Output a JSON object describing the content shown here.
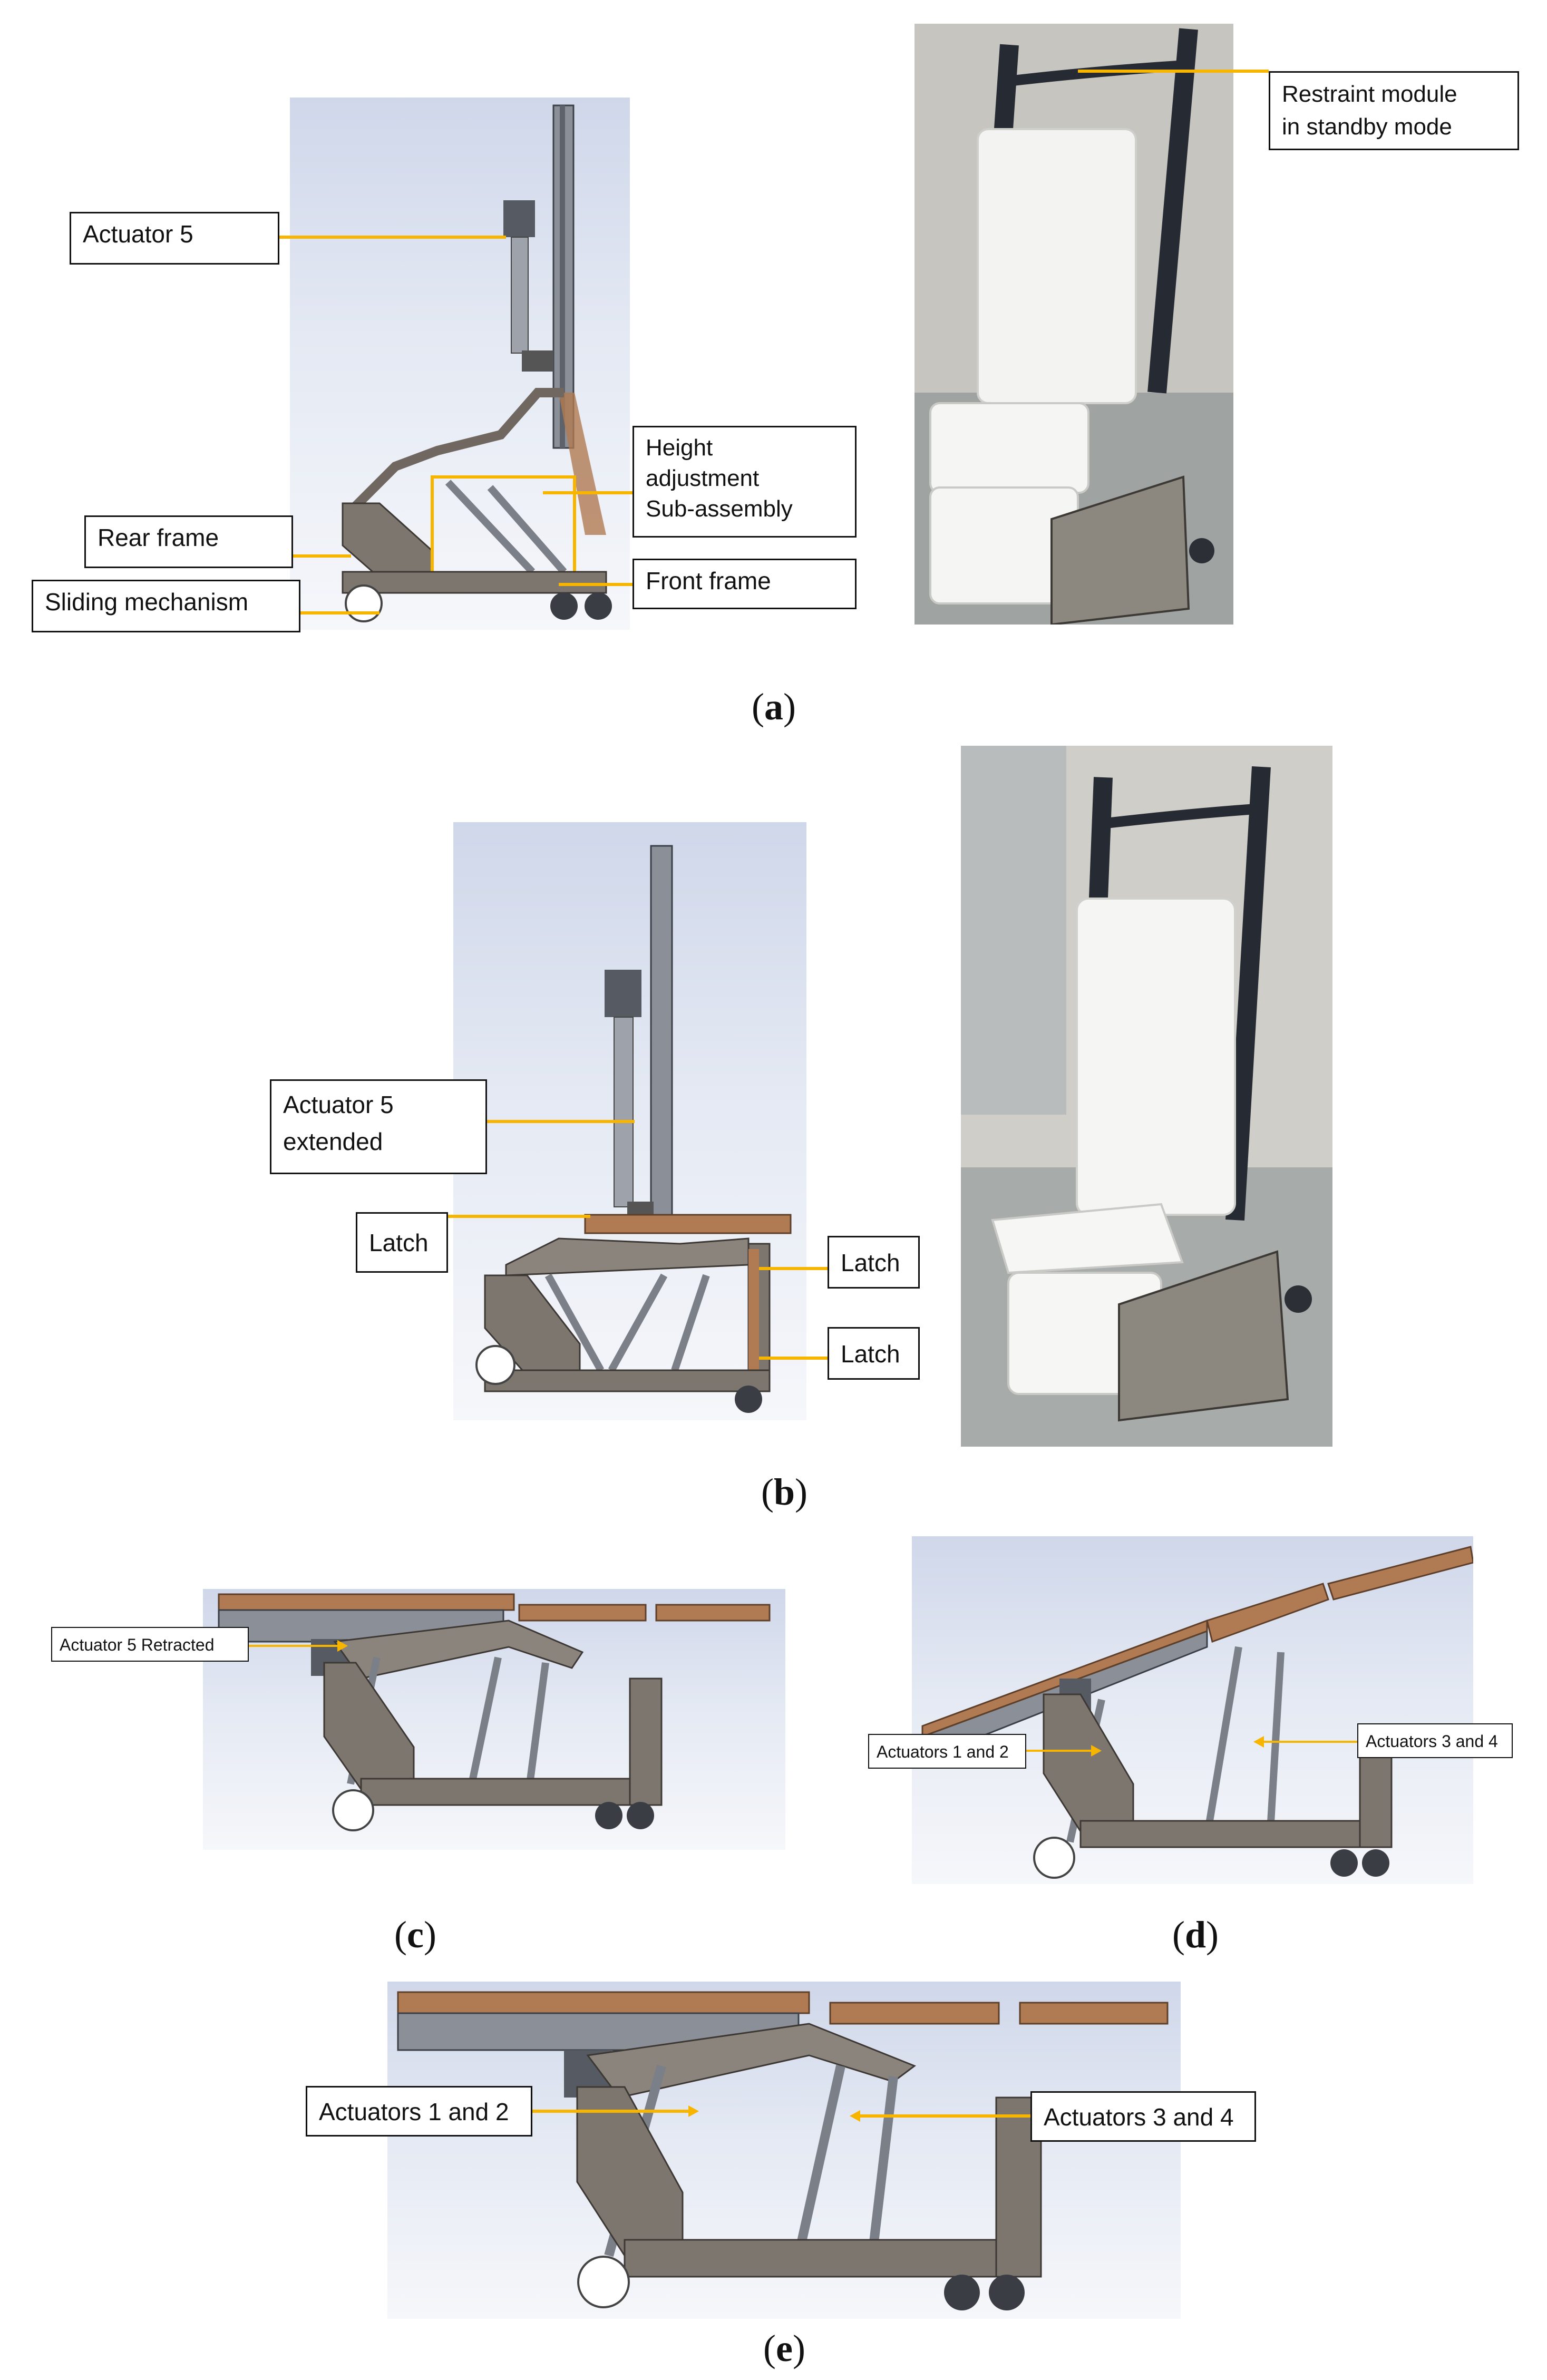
{
  "figure": {
    "panels": [
      {
        "id": "a",
        "caption": "(a)",
        "labels": {
          "actuator5": "Actuator 5",
          "height_adjust": "Height\nadjustment\nSub-assembly",
          "rear_frame": "Rear frame",
          "front_frame": "Front frame",
          "sliding": "Sliding mechanism",
          "restraint": "Restraint module\nin standby mode"
        }
      },
      {
        "id": "b",
        "caption": "(b)",
        "labels": {
          "actuator5_ext": "Actuator 5\nextended",
          "latch_left": "Latch",
          "latch_right_top": "Latch",
          "latch_right_bottom": "Latch"
        }
      },
      {
        "id": "c",
        "caption": "(c)",
        "labels": {
          "actuator5_retracted": "Actuator 5 Retracted"
        }
      },
      {
        "id": "d",
        "caption": "(d)",
        "labels": {
          "actuators12": "Actuators 1 and 2",
          "actuators34": "Actuators 3 and 4"
        }
      },
      {
        "id": "e",
        "caption": "(e)",
        "labels": {
          "actuators12": "Actuators 1 and 2",
          "actuators34": "Actuators 3 and 4"
        }
      }
    ]
  },
  "colors": {
    "leader": "#f7b500",
    "frame": "#7d766f",
    "cushion": "#b07a52",
    "rail": "#8a8f98",
    "render_bg": "#dfe5f1"
  }
}
